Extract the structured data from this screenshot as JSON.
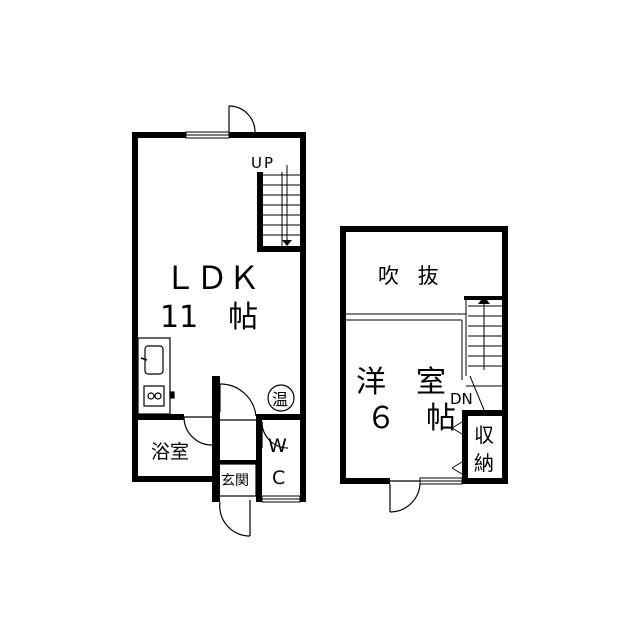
{
  "floor1": {
    "ldk_label": "ＬＤＫ",
    "ldk_size": "11　帖",
    "stairs_up": "UP",
    "water_heater": "温",
    "bath_label": "浴室",
    "wc_w": "W",
    "wc_c": "C",
    "entrance": "玄関"
  },
  "floor2": {
    "void_label": "吹 抜",
    "room_type": "洋　室",
    "room_size": "６　帖",
    "stairs_down": "DN",
    "storage_top": "収",
    "storage_bottom": "納"
  },
  "colors": {
    "wall": "#000000",
    "background": "#ffffff"
  }
}
